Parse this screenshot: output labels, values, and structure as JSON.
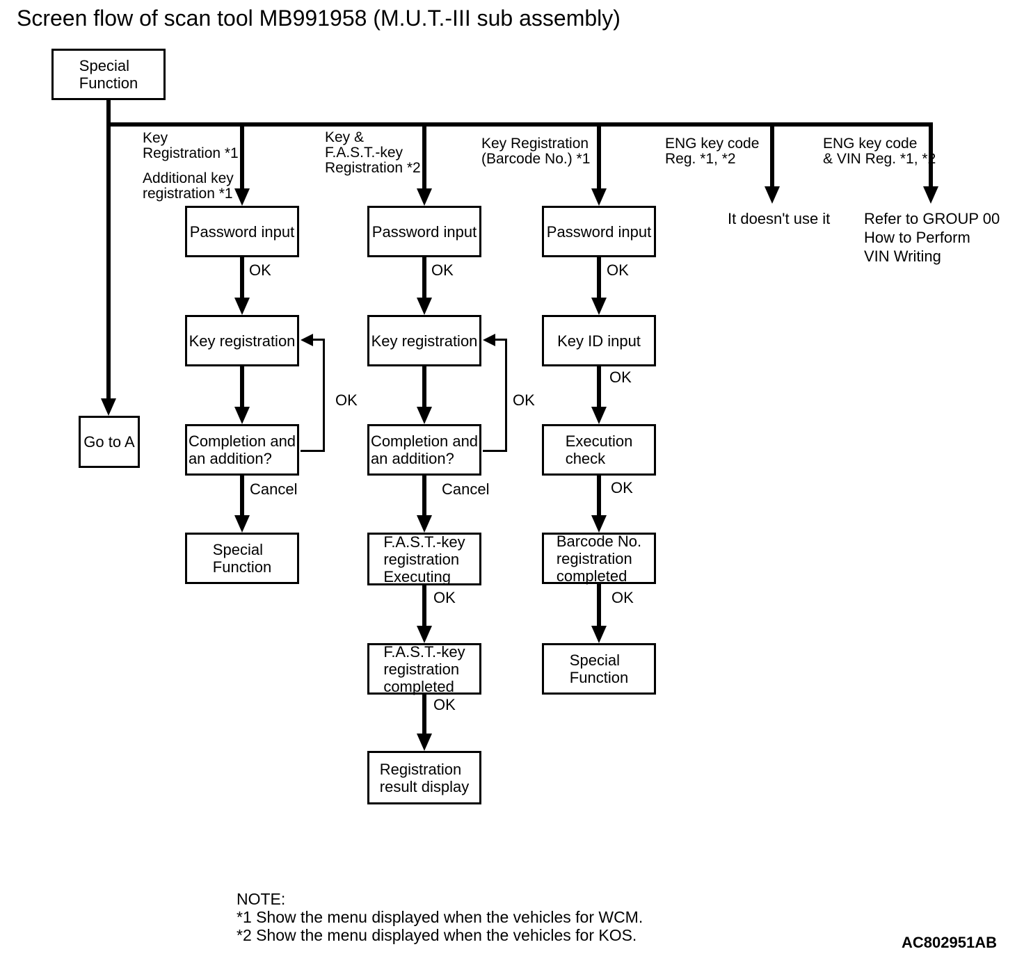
{
  "title": "Screen flow of scan tool MB991958 (M.U.T.-III sub assembly)",
  "colors": {
    "line": "#000000",
    "background": "#ffffff"
  },
  "nodes": {
    "special_function_top": "Special\nFunction",
    "go_to_a": "Go to A",
    "col1": {
      "password": "Password input",
      "key_registration": "Key registration",
      "completion": "Completion and\nan addition?",
      "special_function": "Special\nFunction"
    },
    "col2": {
      "password": "Password input",
      "key_registration": "Key registration",
      "completion": "Completion and\nan addition?",
      "fast_key_executing": "F.A.S.T.-key\nregistration\nExecuting",
      "fast_key_completed": "F.A.S.T.-key\nregistration\ncompleted",
      "registration_result": "Registration\nresult display"
    },
    "col3": {
      "password": "Password input",
      "key_id_input": "Key ID input",
      "execution_check": "Execution\ncheck",
      "barcode_completed": "Barcode No.\nregistration\ncompleted",
      "special_function": "Special\nFunction"
    }
  },
  "branch_labels": {
    "col1_a": "Key\nRegistration *1",
    "col1_b": "Additional key\nregistration *1",
    "col2": "Key &\nF.A.S.T.-key\nRegistration *2",
    "col3": "Key Registration\n(Barcode No.) *1",
    "col4": "ENG key code\nReg. *1, *2",
    "col5": "ENG key code\n& VIN Reg. *1, *2"
  },
  "edge_labels": {
    "ok": "OK",
    "cancel": "Cancel"
  },
  "annotations": {
    "col4_result": "It doesn't use it",
    "col5_result": "Refer to GROUP 00\nHow to Perform\nVIN Writing",
    "note_title": "NOTE:",
    "note_1": "*1 Show the menu displayed when the vehicles for WCM.",
    "note_2": "*2 Show the menu displayed when the vehicles for KOS.",
    "figure_code": "AC802951AB"
  }
}
